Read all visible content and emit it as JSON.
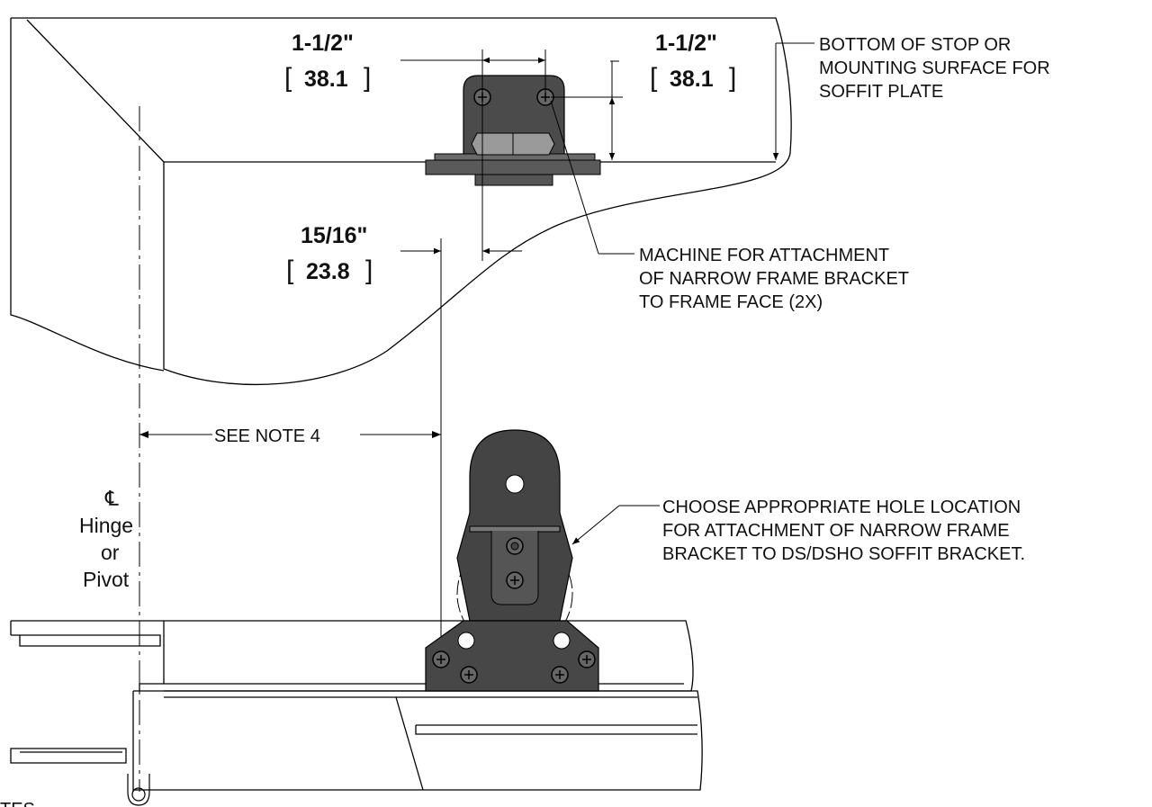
{
  "dimensions": {
    "top_left": {
      "imperial": "1-1/2\"",
      "metric": "38.1"
    },
    "top_right": {
      "imperial": "1-1/2\"",
      "metric": "38.1"
    },
    "offset": {
      "imperial": "15/16\"",
      "metric": "23.8"
    }
  },
  "callouts": {
    "bottom_of_stop": [
      "BOTTOM OF STOP OR",
      "MOUNTING SURFACE FOR",
      "SOFFIT PLATE"
    ],
    "machine": [
      "MACHINE FOR ATTACHMENT",
      "OF NARROW FRAME BRACKET",
      "TO FRAME FACE (2X)"
    ],
    "choose": [
      "CHOOSE APPROPRIATE HOLE LOCATION",
      "FOR ATTACHMENT OF NARROW FRAME",
      "BRACKET TO DS/DSHO SOFFIT BRACKET."
    ],
    "see_note": "SEE NOTE 4"
  },
  "centerline": {
    "symbol": "℄",
    "lines": [
      "Hinge",
      "or",
      "Pivot"
    ]
  },
  "footer_partial": "TES"
}
